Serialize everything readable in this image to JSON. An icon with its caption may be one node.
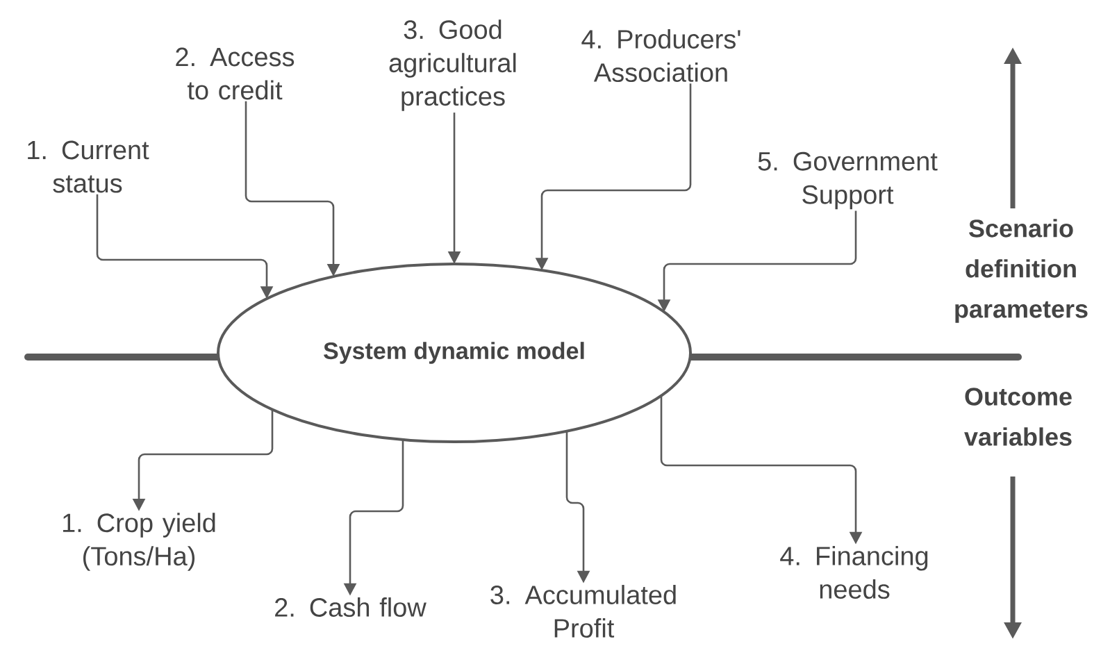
{
  "diagram": {
    "nodes": [
      {
        "text": [
          "System dynamic model"
        ]
      },
      {
        "text": [
          "1. Current status"
        ]
      },
      {
        "text": [
          "2. Access to credit"
        ]
      },
      {
        "text": [
          "3. Good agricultural practices"
        ]
      },
      {
        "text": [
          "4. Producers' Association"
        ]
      },
      {
        "text": [
          "5. Government Support"
        ]
      },
      {
        "text": [
          "1. Crop yield (Tons/Ha)"
        ]
      },
      {
        "text": [
          "2. Cash flow"
        ]
      },
      {
        "text": [
          "3. Accumulated Profit"
        ]
      },
      {
        "text": [
          "4. Financing needs"
        ]
      }
    ],
    "edges": [
      {
        "from": 1,
        "to": 0,
        "arrow": "to"
      },
      {
        "from": 2,
        "to": 0,
        "arrow": "to"
      },
      {
        "from": 3,
        "to": 0,
        "arrow": "to"
      },
      {
        "from": 4,
        "to": 0,
        "arrow": "to"
      },
      {
        "from": 5,
        "to": 0,
        "arrow": "to"
      },
      {
        "from": 0,
        "to": 6,
        "arrow": "to"
      },
      {
        "from": 0,
        "to": 7,
        "arrow": "to"
      },
      {
        "from": 0,
        "to": 8,
        "arrow": "to"
      },
      {
        "from": 0,
        "to": 9,
        "arrow": "to"
      }
    ],
    "labels": [
      "Scenario definition parameters",
      "Outcome variables"
    ]
  }
}
